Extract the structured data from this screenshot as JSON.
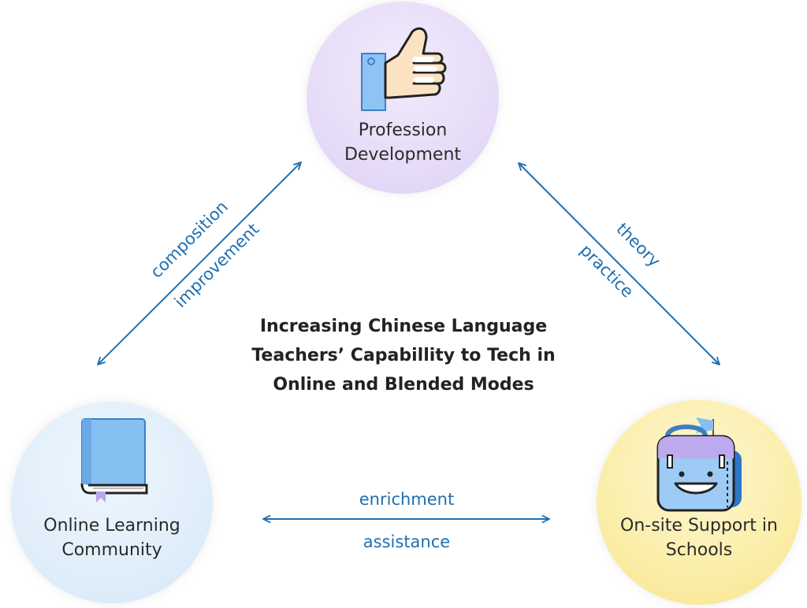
{
  "center_title": "Increasing Chinese Language\nTeachers’ Capabillity to Tech in\nOnline and Blended Modes",
  "nodes": {
    "top": {
      "label": "Profession\nDevelopment",
      "icon": "thumbs-up-icon"
    },
    "left": {
      "label": "Online Learning\nCommunity",
      "icon": "book-icon"
    },
    "right": {
      "label": "On-site Support in\nSchools",
      "icon": "backpack-icon"
    }
  },
  "edges": {
    "left": {
      "outer": "composition",
      "inner": "improvement"
    },
    "right": {
      "outer": "theory",
      "inner": "practice"
    },
    "bottom": {
      "top": "enrichment",
      "bottom": "assistance"
    }
  },
  "colors": {
    "arrow": "#1f6fb2",
    "top_circle": "#e7dcf8",
    "left_circle": "#e0eefa",
    "right_circle": "#fbeea8"
  }
}
